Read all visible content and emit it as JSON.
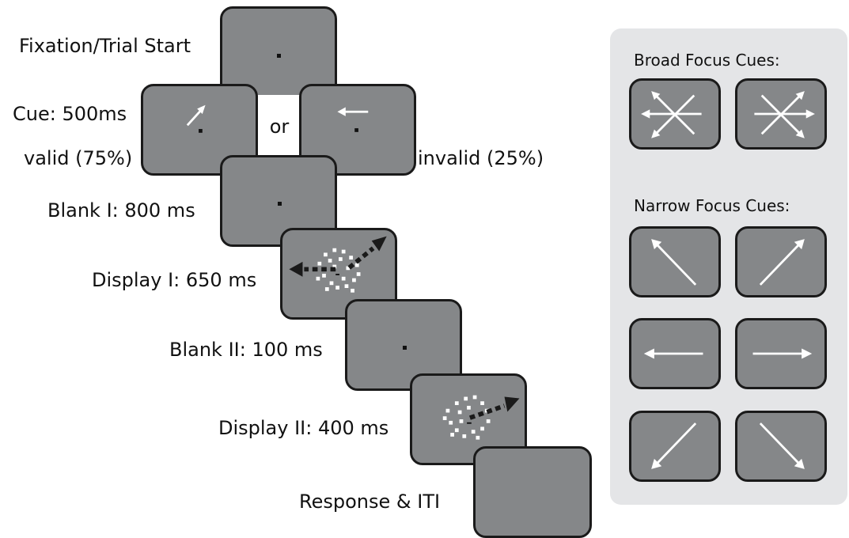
{
  "timeline": {
    "fixation_label": "Fixation/Trial Start",
    "cue_label": "Cue: 500ms",
    "valid_label": "valid (75%)",
    "or_label": "or",
    "invalid_label": "invalid (25%)",
    "blank1_label": "Blank I: 800 ms",
    "display1_label": "Display I: 650 ms",
    "blank2_label": "Blank II: 100 ms",
    "display2_label": "Display II: 400 ms",
    "response_label": "Response & ITI"
  },
  "cue_panel": {
    "broad_title": "Broad Focus Cues:",
    "narrow_title": "Narrow Focus Cues:"
  },
  "colors": {
    "screen_fill": "#858789",
    "screen_border": "#1a1a1a",
    "panel_bg": "#e4e5e7",
    "stimulus": "#ffffff",
    "motion_arrow": "#1a1a1a"
  }
}
